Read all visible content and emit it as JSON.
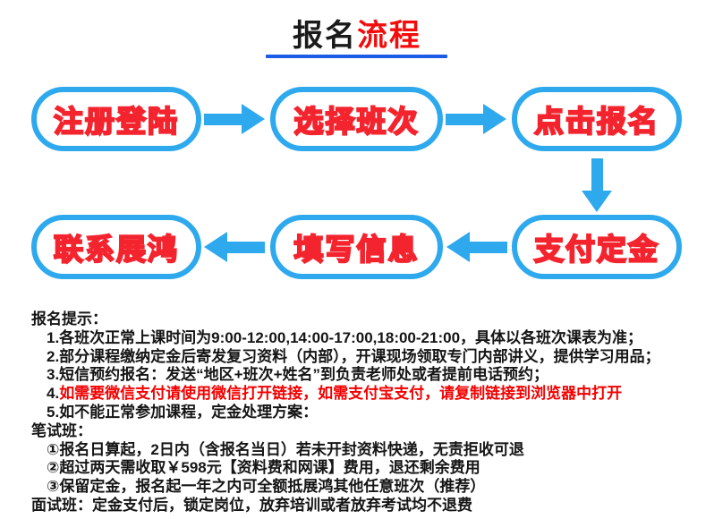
{
  "title": {
    "black": "报名",
    "red": "流程"
  },
  "colors": {
    "flow_blue": "#2ea9ee",
    "underline_blue": "#1a5ce6",
    "node_text_red": "#f3242e",
    "warning_red": "#f20000"
  },
  "flow": {
    "nodes": [
      {
        "label": "注册登陆"
      },
      {
        "label": "选择班次"
      },
      {
        "label": "点击报名"
      },
      {
        "label": "支付定金"
      },
      {
        "label": "填写信息"
      },
      {
        "label": "联系展鸿"
      }
    ]
  },
  "notes": {
    "heading": "报名提示：",
    "line1": "1.各班次正常上课时间为9:00-12:00,14:00-17:00,18:00-21:00，具体以各班次课表为准；",
    "line2": "2.部分课程缴纳定金后寄发复习资料（内部），开课现场领取专门内部讲义，提供学习用品；",
    "line3": "3.短信预约报名：发送“地区+班次+姓名”到负责老师处或者提前电话预约；",
    "line4_prefix": "4.",
    "line4_red": "如需要微信支付请使用微信打开链接，如需支付宝支付，请复制链接到浏览器中打开",
    "line5": "5.如不能正常参加课程，定金处理方案：",
    "written_heading": "笔试班：",
    "written1": "①报名日算起，2日内（含报名当日）若未开封资料快递，无责拒收可退",
    "written2": "②超过两天需收取￥598元【资料费和网课】费用，退还剩余费用",
    "written3": "③保留定金，报名起一年之内可全额抵展鸿其他任意班次（推荐）",
    "interview_line": "面试班：定金支付后，锁定岗位，放弃培训或者放弃考试均不退费"
  }
}
